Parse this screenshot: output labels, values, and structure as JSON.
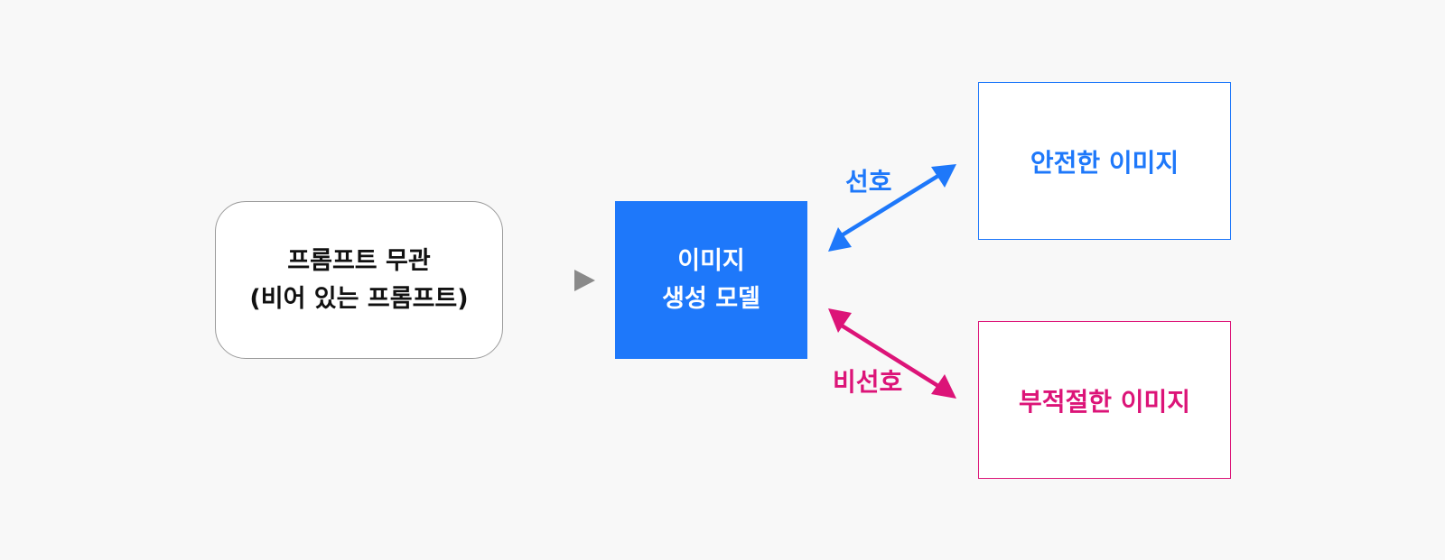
{
  "nodes": {
    "prompt": {
      "line1": "프롬프트 무관",
      "line2": "(비어 있는 프롬프트)"
    },
    "model": {
      "line1": "이미지",
      "line2": "생성 모델"
    },
    "safe": {
      "label": "안전한 이미지"
    },
    "unsafe": {
      "label": "부적절한 이미지"
    }
  },
  "edges": {
    "preferred": {
      "label": "선호"
    },
    "non_preferred": {
      "label": "비선호"
    }
  },
  "colors": {
    "preferred": "#1e78fa",
    "non_preferred": "#dc1478",
    "input_arrow": "#8a8a8a"
  }
}
